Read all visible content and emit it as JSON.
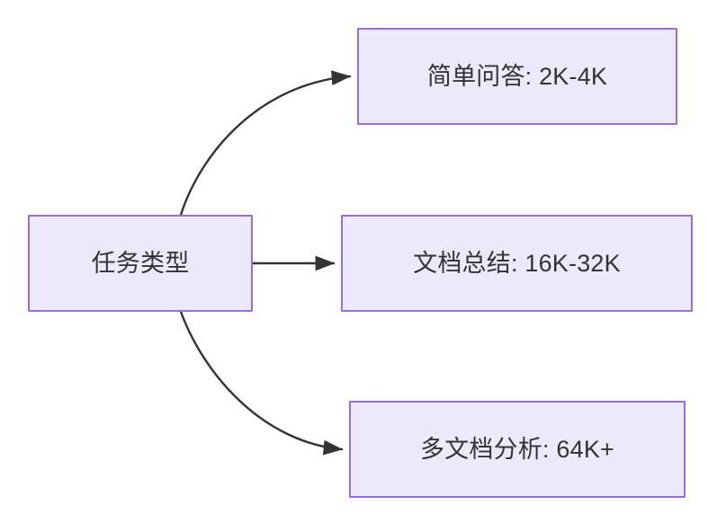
{
  "diagram": {
    "title": "任务类型",
    "background_color": "#ffffff",
    "node_fill_color": "#ece9fb",
    "node_border_color": "#9370db",
    "edge_color": "#333333",
    "text_color": "#333333",
    "nodes": [
      {
        "id": "task-type",
        "label": "任务类型"
      },
      {
        "id": "simple-qa",
        "label": "简单问答: 2K-4K"
      },
      {
        "id": "doc-summary",
        "label": "文档总结: 16K-32K"
      },
      {
        "id": "multi-doc",
        "label": "多文档分析: 64K+"
      }
    ],
    "edges": [
      {
        "from": "task-type",
        "to": "simple-qa",
        "style": "curved",
        "arrow": "end"
      },
      {
        "from": "task-type",
        "to": "doc-summary",
        "style": "straight",
        "arrow": "end"
      },
      {
        "from": "task-type",
        "to": "multi-doc",
        "style": "curved",
        "arrow": "end"
      }
    ]
  }
}
